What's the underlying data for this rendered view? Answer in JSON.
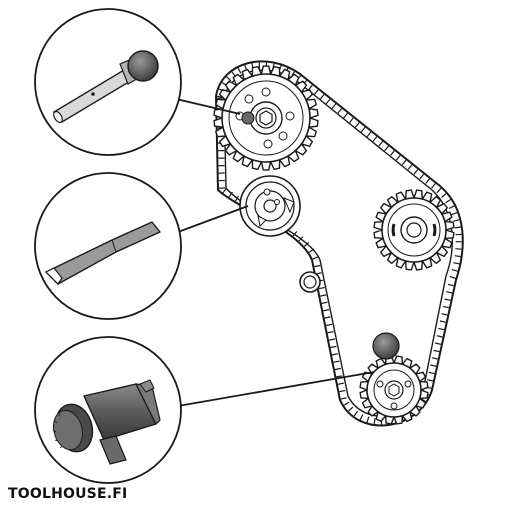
{
  "brand": {
    "text": "TOOLHOUSE.FI"
  },
  "colors": {
    "line": "#1a1a1a",
    "tool_dark": "#5e5e5e",
    "tool_mid": "#8c8c8c",
    "tool_light": "#b5b5b5",
    "pin_marker": "#6a6a6a"
  },
  "callouts": [
    {
      "name": "locking-pin-callout",
      "tool": "locking-pin-icon",
      "points_to": "camshaft-sprocket-upper"
    },
    {
      "name": "tensioner-wrench-callout",
      "tool": "tensioner-wrench-icon",
      "points_to": "tensioner-pulley"
    },
    {
      "name": "crankshaft-lock-callout",
      "tool": "crankshaft-lock-tool-icon",
      "points_to": "crankshaft-sprocket"
    }
  ]
}
